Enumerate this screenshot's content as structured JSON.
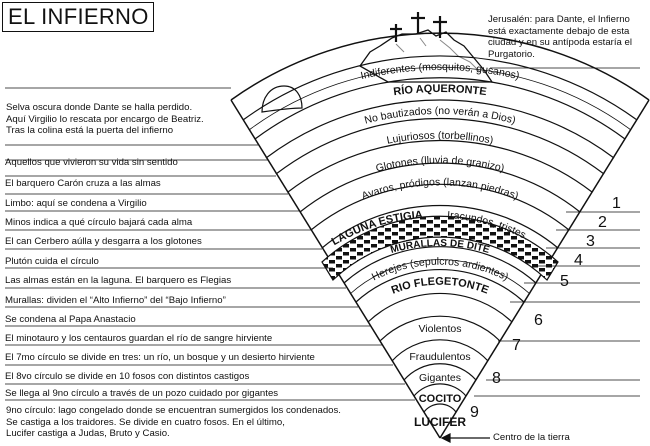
{
  "title": "EL INFIERNO",
  "notes": {
    "jerusalem": "Jerusalén: para Dante, el Infierno está exactamente debajo de esta ciudad y en su antípoda estaría el Purgatorio.",
    "selva": [
      "Selva oscura donde Dante se halla perdido.",
      "Aquí Virgilio lo rescata por encargo de Beatriz.",
      "Tras la colina está la puerta del infierno"
    ],
    "ninth": [
      "9no círculo: lago congelado donde se encuentran sumergidos los condenados.",
      "Se castiga a los traidores. Se divide en cuatro fosos. En el último,",
      "Lucifer castiga a Judas, Bruto y Casio."
    ],
    "center": "Centro de la tierra"
  },
  "row_labels": [
    "Aquellos que vivieron su vida sin sentido",
    "El barquero Carón cruza a las almas",
    "Limbo: aquí se condena a Virgilio",
    "Minos indica a qué círculo bajará cada alma",
    "El can Cerbero aúlla y desgarra a los glotones",
    "Plutón cuida el círculo",
    "Las almas están en la laguna. El barquero es Flegias",
    "Murallas: dividen el “Alto Infierno” del “Bajo Infierno”",
    "Se condena al Papa Anastacio",
    "El minotauro y los centauros guardan el río de sangre hirviente",
    "El 7mo círculo se divide en tres: un río, un bosque y un desierto hirviente",
    "El 8vo círculo se divide en 10 fosos con distintos castigos",
    "Se llega al 9no círculo a través de un pozo cuidado por gigantes"
  ],
  "rings": {
    "indiferentes": "Indiferentes (mosquitos, gusanos)",
    "aqueronte": "RÍO AQUERONTE",
    "no_bautizados": "No bautizados (no verán a Dios)",
    "lujuriosos": "Lujuriosos (torbellinos)",
    "glotones": "Glotones (lluvia de granizo)",
    "avaros": "Avaros, pródigos (lanzan piedras)",
    "laguna": "LAGUNA ESTIGIA",
    "iracundos": "Iracundos, tristes",
    "murallas": "MURALLAS DE DITE",
    "herejes": "Herejes (sepulcros ardientes)",
    "flegetonte": "RIO FLEGETONTE",
    "violentos": "Violentos",
    "fraudulentos": "Fraudulentos",
    "gigantes": "Gigantes",
    "cocito": "COCITO",
    "lucifer": "LUCIFER"
  },
  "circle_numbers": [
    "1",
    "2",
    "3",
    "4",
    "5",
    "6",
    "7",
    "8",
    "9"
  ]
}
